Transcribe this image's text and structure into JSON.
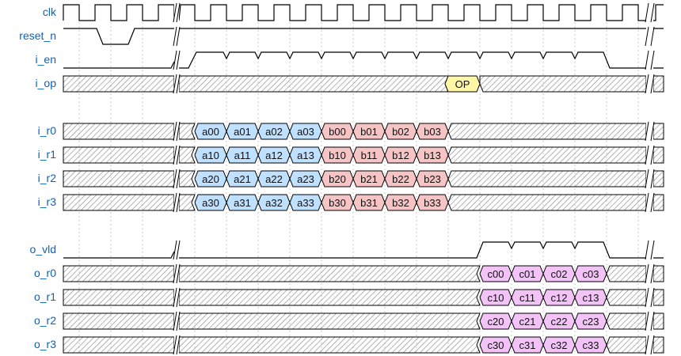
{
  "diagram": {
    "type": "timing-waveform",
    "colors": {
      "signal_label": "#0b61c2",
      "line": "#000000",
      "hatch": "#8a8a8a",
      "grid": "#c8c8c8",
      "a_group": "#bfe0ff",
      "b_group": "#f6c4c4",
      "c_group": "#f3c2f6",
      "op": "#fff6a8"
    },
    "labels": {
      "clk": "clk",
      "reset_n": "reset_n",
      "i_en": "i_en",
      "i_op": "i_op",
      "i_r0": "i_r0",
      "i_r1": "i_r1",
      "i_r2": "i_r2",
      "i_r3": "i_r3",
      "o_vld": "o_vld",
      "o_r0": "o_r0",
      "o_r1": "o_r1",
      "o_r2": "o_r2",
      "o_r3": "o_r3"
    },
    "ops": {
      "op": "OP"
    },
    "inputs": {
      "r0": [
        "a00",
        "a01",
        "a02",
        "a03",
        "b00",
        "b01",
        "b02",
        "b03"
      ],
      "r1": [
        "a10",
        "a11",
        "a12",
        "a13",
        "b10",
        "b11",
        "b12",
        "b13"
      ],
      "r2": [
        "a20",
        "a21",
        "a22",
        "a23",
        "b20",
        "b21",
        "b22",
        "b23"
      ],
      "r3": [
        "a30",
        "a31",
        "a32",
        "a33",
        "b30",
        "b31",
        "b32",
        "b33"
      ]
    },
    "outputs": {
      "r0": [
        "c00",
        "c01",
        "c02",
        "c03"
      ],
      "r1": [
        "c10",
        "c11",
        "c12",
        "c13"
      ],
      "r2": [
        "c20",
        "c21",
        "c22",
        "c23"
      ],
      "r3": [
        "c30",
        "c31",
        "c32",
        "c33"
      ]
    }
  }
}
